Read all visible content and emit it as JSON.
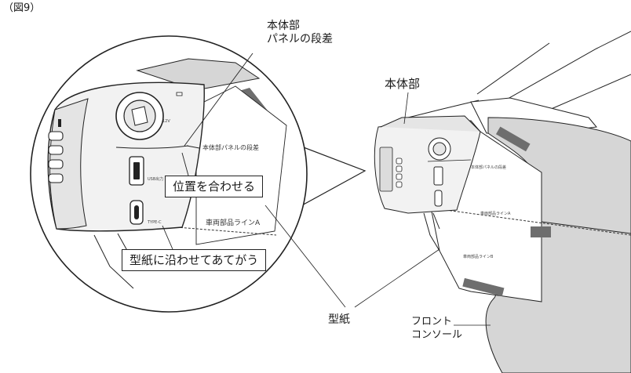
{
  "figure_label": "（図9）",
  "zoom_view": {
    "body_step_title_line1": "本体部",
    "body_step_title_line2": "パネルの段差",
    "panel_step_label": "本体部パネルの段差",
    "align_callout": "位置を合わせる",
    "line_a_label": "車両部品ラインA",
    "fit_callout": "型紙に沿わせてあてがう",
    "port_usb_label": "USB出力",
    "port_typec_label": "TYPE-C",
    "port_12v_label": "12V"
  },
  "main_view": {
    "body_label": "本体部",
    "panel_step_label": "本体部パネルの段差",
    "line_a_label": "車両部品ラインA",
    "line_b_label": "車両部品ラインB",
    "template_label": "型紙",
    "console_label_line1": "フロント",
    "console_label_line2": "コンソール"
  },
  "colors": {
    "line": "#222222",
    "console_fill": "#d6d6d6",
    "device_fill": "#f2f2f2",
    "device_shade": "#dcdcdc",
    "tape": "#6e6e6e",
    "dash": "#333333"
  }
}
